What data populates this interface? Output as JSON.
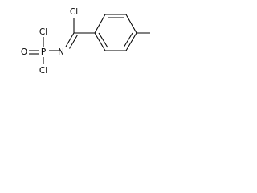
{
  "structure": {
    "atoms": {
      "cl_imidoyl": "Cl",
      "n_imine": "N",
      "p_center": "P",
      "o_phosphoryl": "O",
      "cl_p_top": "Cl",
      "cl_p_bottom": "Cl"
    }
  }
}
